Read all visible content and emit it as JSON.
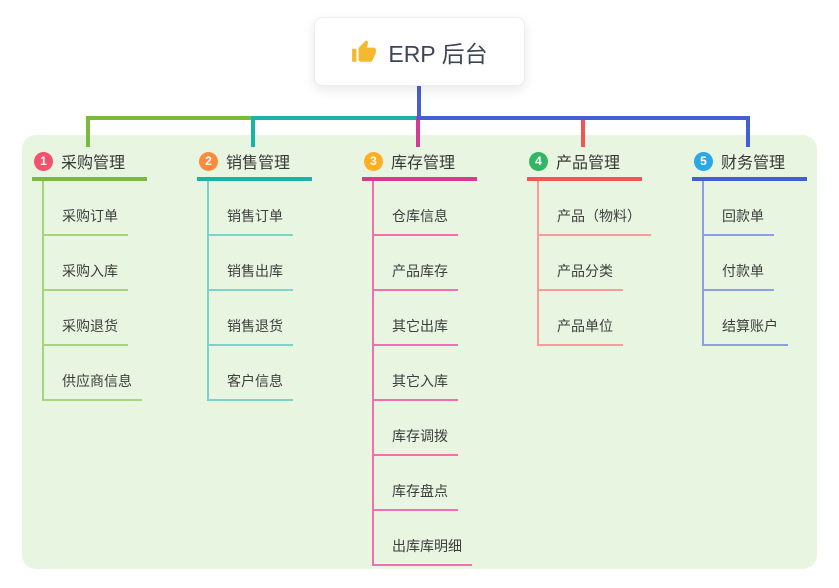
{
  "root": {
    "label": "ERP 后台",
    "icon": "thumbs-up-icon",
    "icon_color": "#f5b82e"
  },
  "connector_colors": {
    "trunk_stub": "#4a5ed0"
  },
  "branches": [
    {
      "num": "1",
      "label": "采购管理",
      "badge_color": "#f4516c",
      "line_color": "#7cb93e",
      "light_color": "#a6d37e",
      "children": [
        "采购订单",
        "采购入库",
        "采购退货",
        "供应商信息"
      ]
    },
    {
      "num": "2",
      "label": "销售管理",
      "badge_color": "#fb8b3d",
      "line_color": "#19b3a8",
      "light_color": "#7dd2c9",
      "children": [
        "销售订单",
        "销售出库",
        "销售退货",
        "客户信息"
      ]
    },
    {
      "num": "3",
      "label": "库存管理",
      "badge_color": "#ffaf21",
      "line_color": "#d63a92",
      "light_color": "#ef6fb0",
      "children": [
        "仓库信息",
        "产品库存",
        "其它出库",
        "其它入库",
        "库存调拨",
        "库存盘点",
        "出库库明细"
      ]
    },
    {
      "num": "4",
      "label": "产品管理",
      "badge_color": "#33b564",
      "line_color": "#f15652",
      "light_color": "#f79c99",
      "children": [
        "产品（物料）",
        "产品分类",
        "产品单位"
      ]
    },
    {
      "num": "5",
      "label": "财务管理",
      "badge_color": "#2ba7e5",
      "line_color": "#4160d5",
      "light_color": "#8aa0e2",
      "children": [
        "回款单",
        "付款单",
        "结算账户"
      ]
    }
  ]
}
